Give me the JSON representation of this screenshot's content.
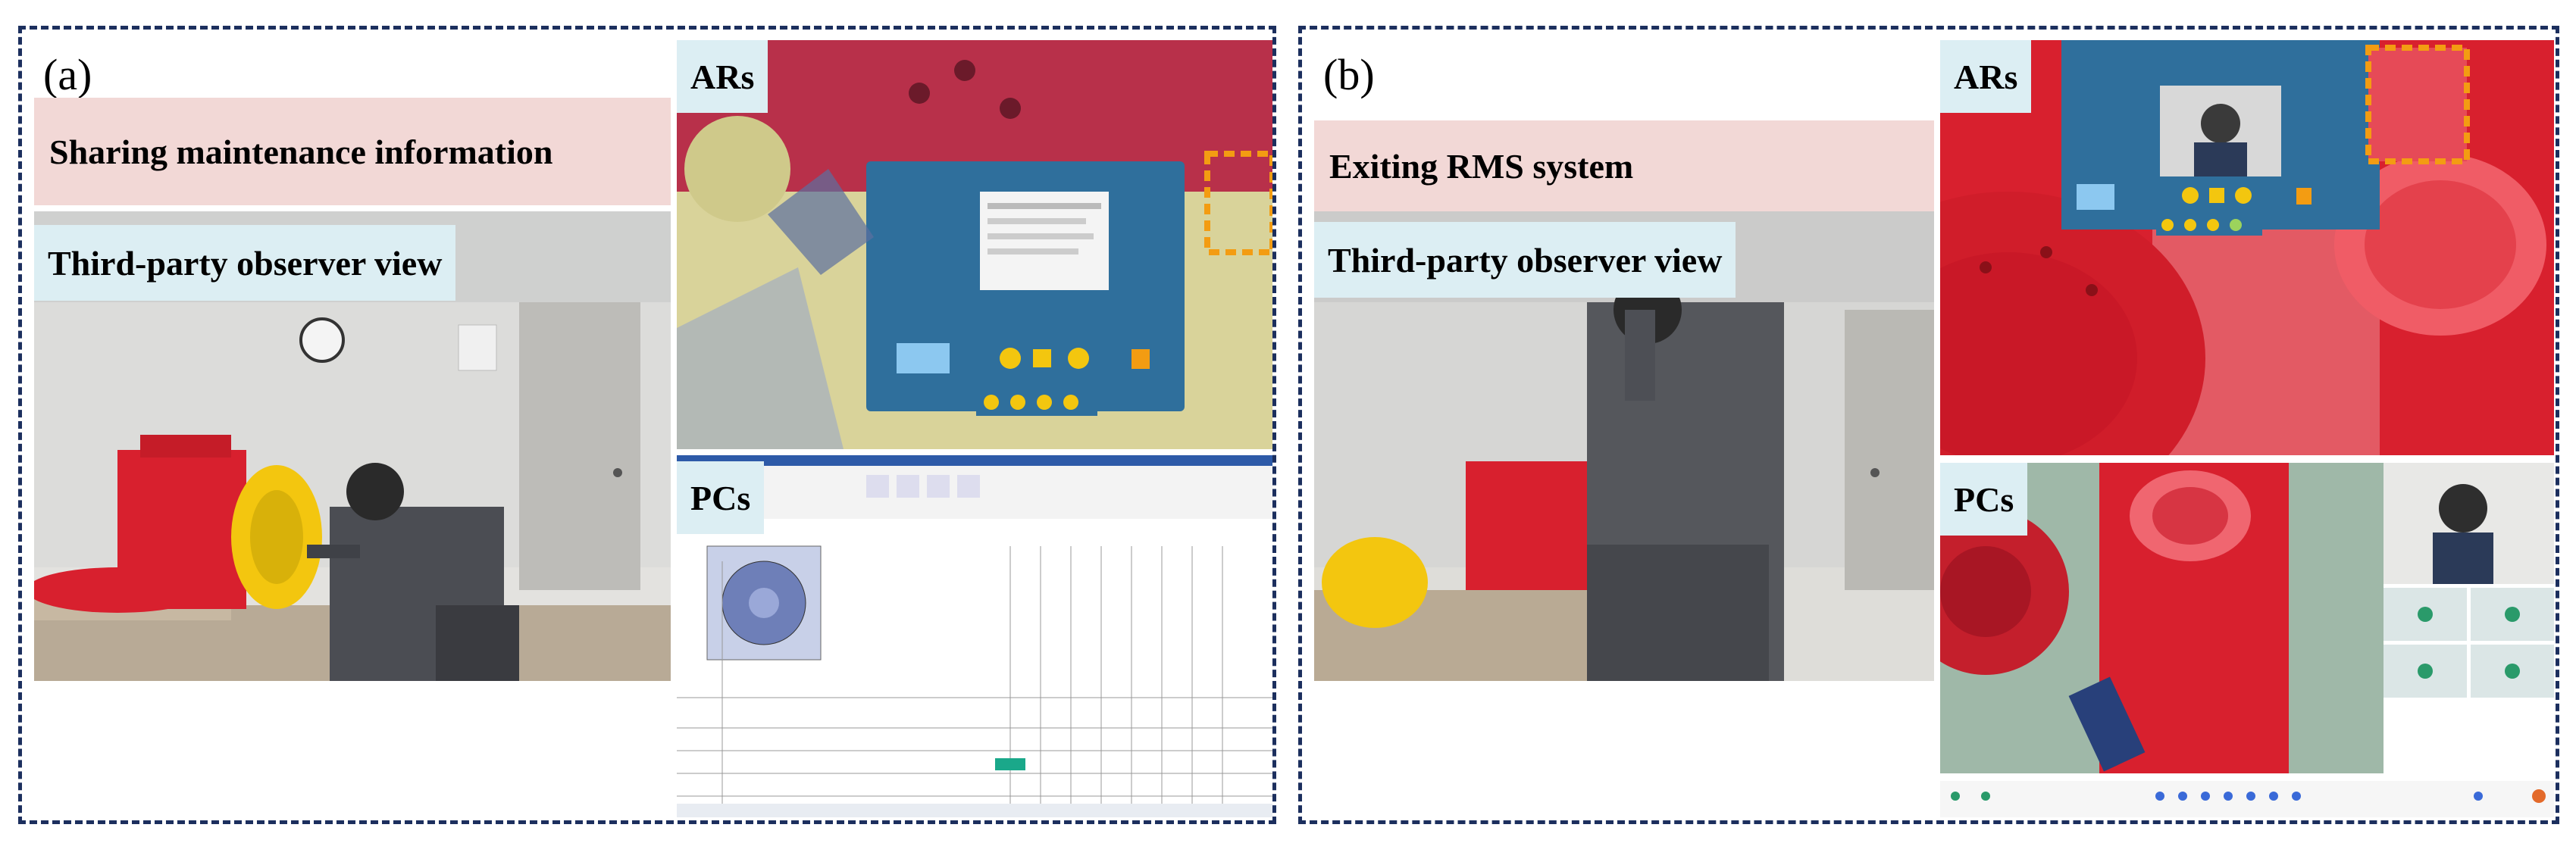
{
  "panels": {
    "a": {
      "letter": "(a)",
      "banner": "Sharing maintenance information",
      "observer_label": "Third-party observer view",
      "ar_label": "ARs",
      "pc_label": "PCs"
    },
    "b": {
      "letter": "(b)",
      "banner": "Exiting RMS system",
      "observer_label": "Third-party observer view",
      "ar_label": "ARs",
      "pc_label": "PCs"
    }
  },
  "colors": {
    "border": "#1c2f5e",
    "banner_bg": "#f2d8d6",
    "label_bg": "#dceef3",
    "engine_red": "#d8202e",
    "ar_panel": "#2f6f9c"
  }
}
